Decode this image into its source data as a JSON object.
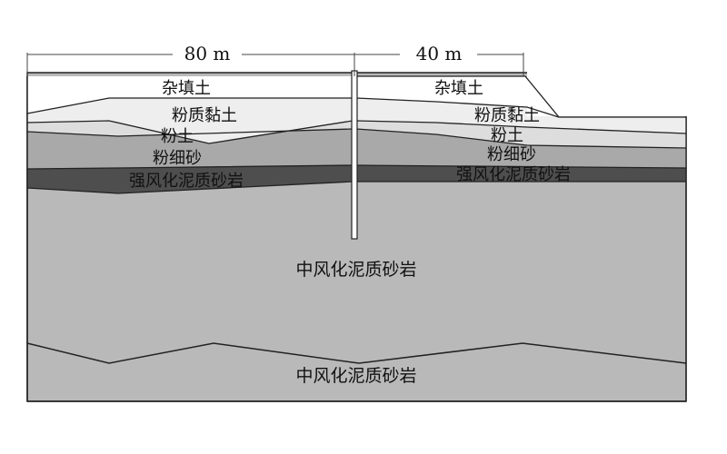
{
  "dimensions": {
    "left_span": "80 m",
    "right_span": "40 m"
  },
  "layers": {
    "fill_soil": "杂填土",
    "silty_clay": "粉质黏土",
    "silt": "粉土",
    "silty_fine_sand": "粉细砂",
    "strongly_weathered": "强风化泥质砂岩",
    "moderately_weathered_upper": "中风化泥质砂岩",
    "moderately_weathered_lower": "中风化泥质砂岩"
  },
  "colors": {
    "fill_soil": "#ffffff",
    "silty_clay": "#eeeeee",
    "silt": "#dddddd",
    "silty_fine_sand": "#a9a9a9",
    "strongly_weathered": "#4e4e4e",
    "moderately_weathered": "#b9b9b9",
    "outline": "#222222"
  }
}
